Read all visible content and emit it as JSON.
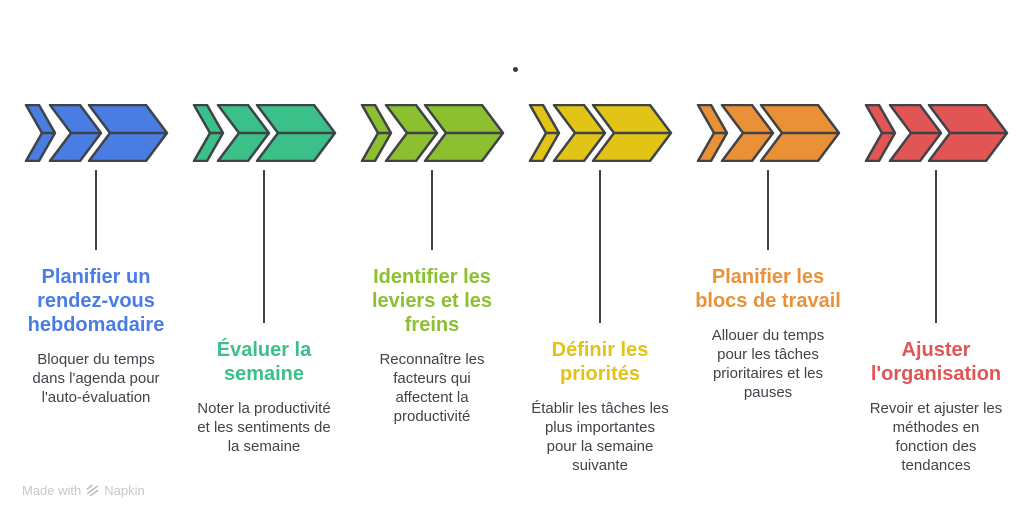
{
  "theme": {
    "outline": "#3f4347",
    "body_text": "#3f444b",
    "background": "#ffffff",
    "watermark_color": "#c5c8ca"
  },
  "steps": [
    {
      "title": "Planifier un\nrendez-vous\nhebdomadaire",
      "description": "Bloquer du temps\ndans l'agenda pour\nl'auto-évaluation",
      "color": "#4a7de3",
      "row": "high",
      "icon": "triple-chevron-arrow-icon"
    },
    {
      "title": "Évaluer la\nsemaine",
      "description": "Noter la productivité\net les sentiments de\nla semaine",
      "color": "#3bc089",
      "row": "low",
      "icon": "triple-chevron-arrow-icon"
    },
    {
      "title": "Identifier les\nleviers et les\nfreins",
      "description": "Reconnaître les\nfacteurs qui\naffectent la\nproductivité",
      "color": "#8cc030",
      "row": "high",
      "icon": "triple-chevron-arrow-icon"
    },
    {
      "title": "Définir les\npriorités",
      "description": "Établir les tâches les\nplus importantes\npour la semaine\nsuivante",
      "color": "#e2c416",
      "row": "low",
      "icon": "triple-chevron-arrow-icon"
    },
    {
      "title": "Planifier les\nblocs de travail",
      "description": "Allouer du temps\npour les tâches\nprioritaires et les\npauses",
      "color": "#ea9138",
      "row": "high",
      "icon": "triple-chevron-arrow-icon"
    },
    {
      "title": "Ajuster\nl'organisation",
      "description": "Revoir et ajuster les\nméthodes en\nfonction des\ntendances",
      "color": "#e15555",
      "row": "low",
      "icon": "triple-chevron-arrow-icon"
    }
  ],
  "decorations": {
    "center_dot_color": "#37393d"
  },
  "watermark": {
    "prefix": "Made with",
    "brand": "Napkin"
  }
}
